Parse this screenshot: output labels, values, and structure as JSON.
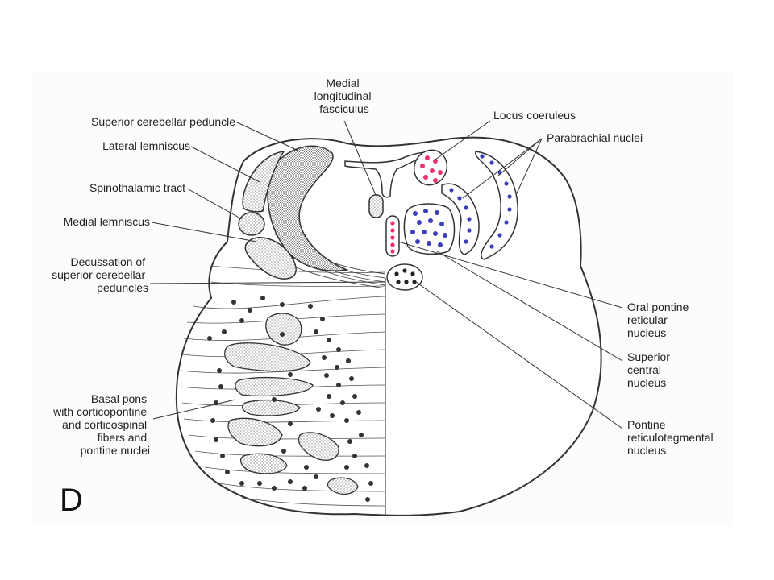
{
  "panel_letter": "D",
  "labels": {
    "superior_cerebellar_peduncle": [
      "Superior cerebellar peduncle"
    ],
    "lateral_lemniscus": [
      "Lateral lemniscus"
    ],
    "spinothalamic_tract": [
      "Spinothalamic tract"
    ],
    "medial_lemniscus": [
      "Medial lemniscus"
    ],
    "decussation": [
      "Decussation of",
      "superior cerebellar",
      "peduncles"
    ],
    "basal_pons": [
      "Basal pons",
      "with corticopontine",
      "and corticospinal",
      "fibers and",
      "pontine nuclei"
    ],
    "mlf": [
      "Medial",
      "longitudinal",
      "fasciculus"
    ],
    "locus_coeruleus": [
      "Locus coeruleus"
    ],
    "parabrachial_nuclei": [
      "Parabrachial nuclei"
    ],
    "oral_pontine_reticular": [
      "Oral pontine",
      "reticular",
      "nucleus"
    ],
    "superior_central": [
      "Superior",
      "central",
      "nucleus"
    ],
    "pontine_reticulotegmental": [
      "Pontine",
      "reticulotegmental",
      "nucleus"
    ]
  },
  "colors": {
    "locus_coeruleus_dots": "#e8336e",
    "parabrachial_dots": "#3b3fb8",
    "outline": "#333333"
  }
}
